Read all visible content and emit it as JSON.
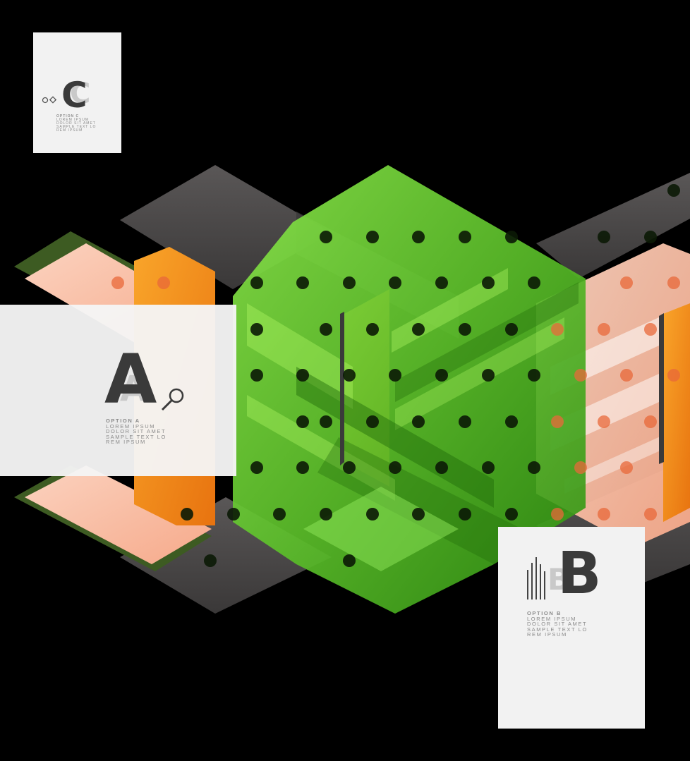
{
  "colors": {
    "background": "#000000",
    "green": "#6fd73a",
    "orange": "#f7941d",
    "salmon": "#f8c0a6",
    "gray": "#4a4848",
    "card": "#f2f2f2"
  },
  "options": [
    {
      "letter": "C",
      "icon": "dot-diamond-icon",
      "label": "OPTION C",
      "lines": [
        "LOREM IPSUM",
        "DOLOR SIT AMET",
        "SAMPLE TEXT LO",
        "REM IPSUM"
      ]
    },
    {
      "letter": "A",
      "icon": "magnifier-icon",
      "label": "OPTION A",
      "lines": [
        "LOREM IPSUM",
        "DOLOR SIT AMET",
        "SAMPLE TEXT LO",
        "REM IPSUM"
      ]
    },
    {
      "letter": "B",
      "icon": "bars-icon",
      "label": "OPTION B",
      "lines": [
        "LOREM IPSUM",
        "DOLOR SIT AMET",
        "SAMPLE TEXT LO",
        "REM IPSUM"
      ]
    }
  ]
}
